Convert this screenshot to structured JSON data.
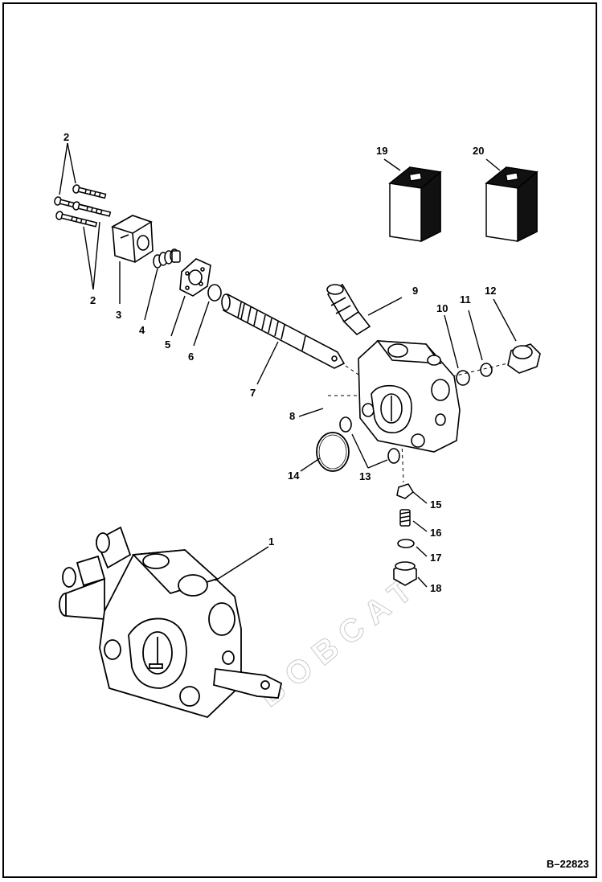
{
  "diagram": {
    "callouts": [
      {
        "id": "c2a",
        "label": "2"
      },
      {
        "id": "c2b",
        "label": "2"
      },
      {
        "id": "c3",
        "label": "3"
      },
      {
        "id": "c4",
        "label": "4"
      },
      {
        "id": "c5",
        "label": "5"
      },
      {
        "id": "c6",
        "label": "6"
      },
      {
        "id": "c7",
        "label": "7"
      },
      {
        "id": "c8",
        "label": "8"
      },
      {
        "id": "c9",
        "label": "9"
      },
      {
        "id": "c10",
        "label": "10"
      },
      {
        "id": "c11",
        "label": "11"
      },
      {
        "id": "c12",
        "label": "12"
      },
      {
        "id": "c13",
        "label": "13"
      },
      {
        "id": "c14",
        "label": "14"
      },
      {
        "id": "c15",
        "label": "15"
      },
      {
        "id": "c16",
        "label": "16"
      },
      {
        "id": "c17",
        "label": "17"
      },
      {
        "id": "c18",
        "label": "18"
      },
      {
        "id": "c19",
        "label": "19"
      },
      {
        "id": "c20",
        "label": "20"
      },
      {
        "id": "c1",
        "label": "1"
      }
    ],
    "reference_number": "B–22823",
    "watermark": "BOBCAT"
  }
}
